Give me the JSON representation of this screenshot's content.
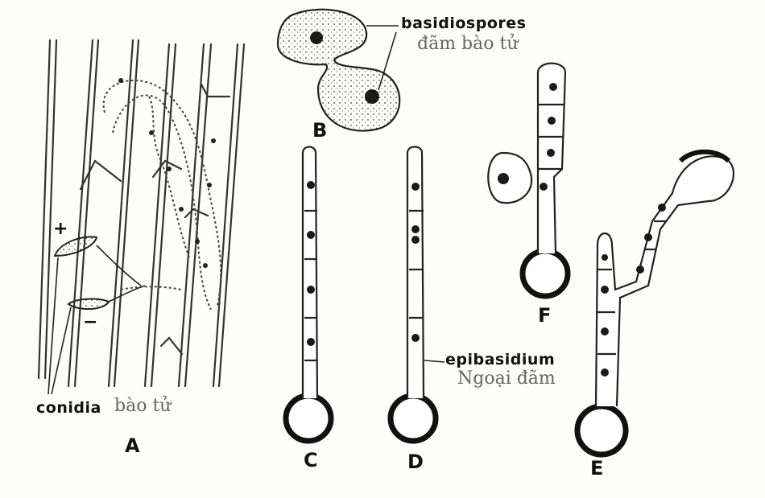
{
  "labels": {
    "basidiospores_en": "basidiospores",
    "basidiospores_vi": "đãm bào tử",
    "epibasidium_en": "epibasidium",
    "epibasidium_vi": "Ngoại đãm",
    "conidia_en": "conidia",
    "conidia_vi": "bào tử",
    "plus": "+",
    "minus": "−"
  },
  "panels": [
    "A",
    "B",
    "C",
    "D",
    "E",
    "F"
  ]
}
